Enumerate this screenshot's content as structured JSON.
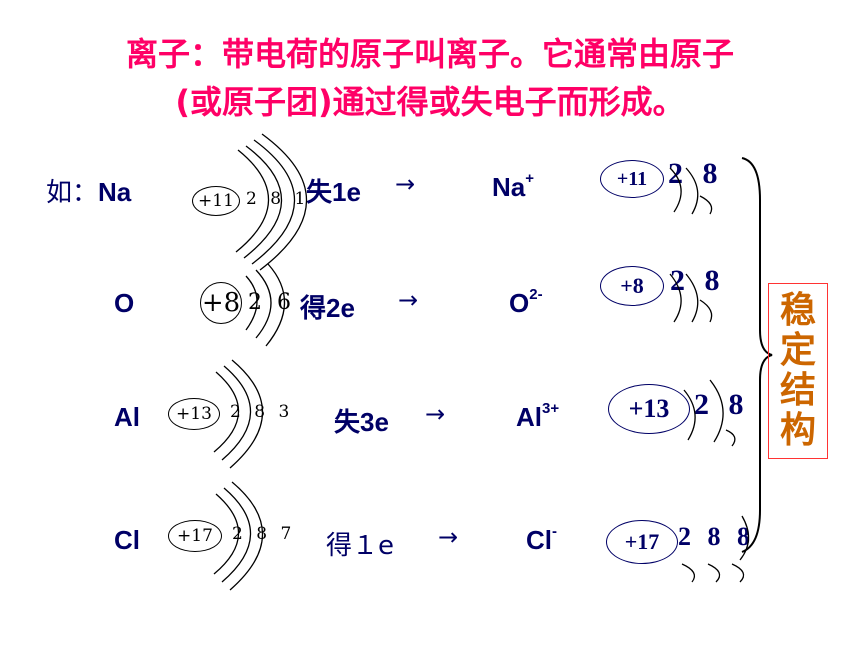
{
  "title_line1": "离子：带电荷的原子叫离子。它通常由原子",
  "title_line2": "(或原子团)通过得或失电子而形成。",
  "prefix": "如：",
  "arrow": "→",
  "rows": [
    {
      "atom": "Na",
      "nucleus": "+11",
      "shells": "2 8 1",
      "change": "失1e",
      "ion_symbol": "Na",
      "ion_charge": "+",
      "ion_nucleus": "+11",
      "ion_shells": "2 8"
    },
    {
      "atom": "O",
      "nucleus": "+8",
      "shells": "2 6",
      "change": "得2e",
      "ion_symbol": "O",
      "ion_charge": "2-",
      "ion_nucleus": "+8",
      "ion_shells": "2 8"
    },
    {
      "atom": "Al",
      "nucleus": "+13",
      "shells": "2 8 3",
      "change": "失3e",
      "ion_symbol": "Al",
      "ion_charge": "3+",
      "ion_nucleus": "+13",
      "ion_shells": "2 8"
    },
    {
      "atom": "Cl",
      "nucleus": "+17",
      "shells": "2 8 7",
      "change": "得１e",
      "ion_symbol": "Cl",
      "ion_charge": "-",
      "ion_nucleus": "+17",
      "ion_shells": "2 8 8"
    }
  ],
  "stable_label": [
    "稳",
    "定",
    "结",
    "构"
  ]
}
